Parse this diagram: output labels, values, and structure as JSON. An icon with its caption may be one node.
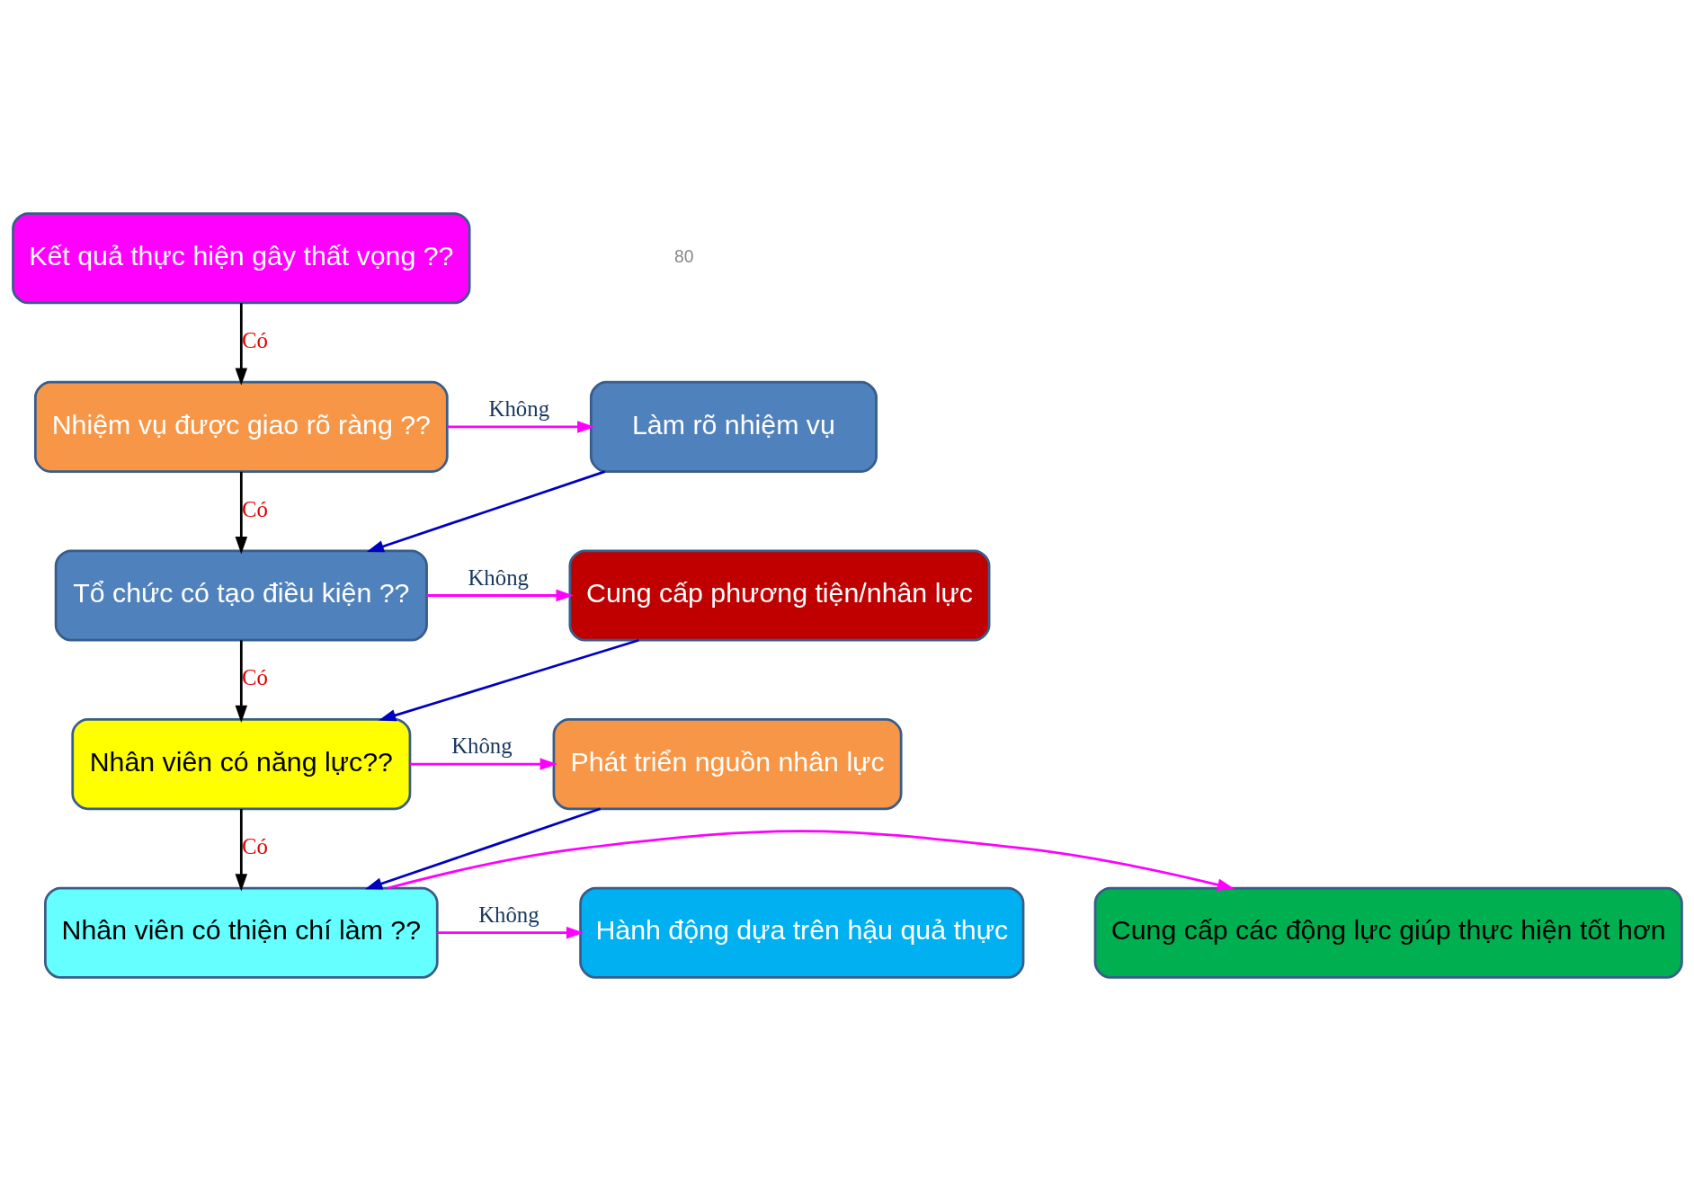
{
  "diagram": {
    "nodes": [
      {
        "text": [
          "Kết quả thực hiện gây thất vọng ??"
        ]
      },
      {
        "text": [
          "Nhiệm vụ được giao rõ ràng ??"
        ]
      },
      {
        "text": [
          "Tổ chức có tạo điều kiện ??"
        ]
      },
      {
        "text": [
          "Nhân viên có năng lực??"
        ]
      },
      {
        "text": [
          "Nhân viên có thiện chí làm ??"
        ]
      },
      {
        "text": [
          "Làm rõ nhiệm vụ"
        ]
      },
      {
        "text": [
          "Cung cấp phương tiện/nhân lực"
        ]
      },
      {
        "text": [
          "Phát triển nguồn nhân lực"
        ]
      },
      {
        "text": [
          "Cung cấp các động lực giúp thực hiện tốt hơn"
        ]
      },
      {
        "text": [
          "Hành động dựa trên hậu quả thực"
        ]
      }
    ],
    "edges": [
      {
        "from": 0,
        "to": 1,
        "arrow": "to",
        "label": "Có",
        "color": "#000000"
      },
      {
        "from": 1,
        "to": 2,
        "arrow": "to",
        "label": "Có",
        "color": "#000000"
      },
      {
        "from": 2,
        "to": 3,
        "arrow": "to",
        "label": "Có",
        "color": "#000000"
      },
      {
        "from": 3,
        "to": 4,
        "arrow": "to",
        "label": "Có",
        "color": "#000000"
      },
      {
        "from": 1,
        "to": 5,
        "arrow": "to",
        "label": "Không",
        "color": "#ff00ff"
      },
      {
        "from": 5,
        "to": 2,
        "arrow": "to",
        "color": "#0000c0"
      },
      {
        "from": 2,
        "to": 6,
        "arrow": "to",
        "label": "Không",
        "color": "#ff00ff"
      },
      {
        "from": 6,
        "to": 3,
        "arrow": "to",
        "color": "#0000c0"
      },
      {
        "from": 3,
        "to": 7,
        "arrow": "to",
        "label": "Không",
        "color": "#ff00ff"
      },
      {
        "from": 7,
        "to": 4,
        "arrow": "to",
        "color": "#0000c0"
      },
      {
        "from": 4,
        "to": 8,
        "arrow": "to",
        "color": "#ff00ff"
      },
      {
        "from": 4,
        "to": 9,
        "arrow": "to",
        "label": "Không",
        "color": "#ff00ff"
      }
    ],
    "labels": [
      "80"
    ]
  }
}
